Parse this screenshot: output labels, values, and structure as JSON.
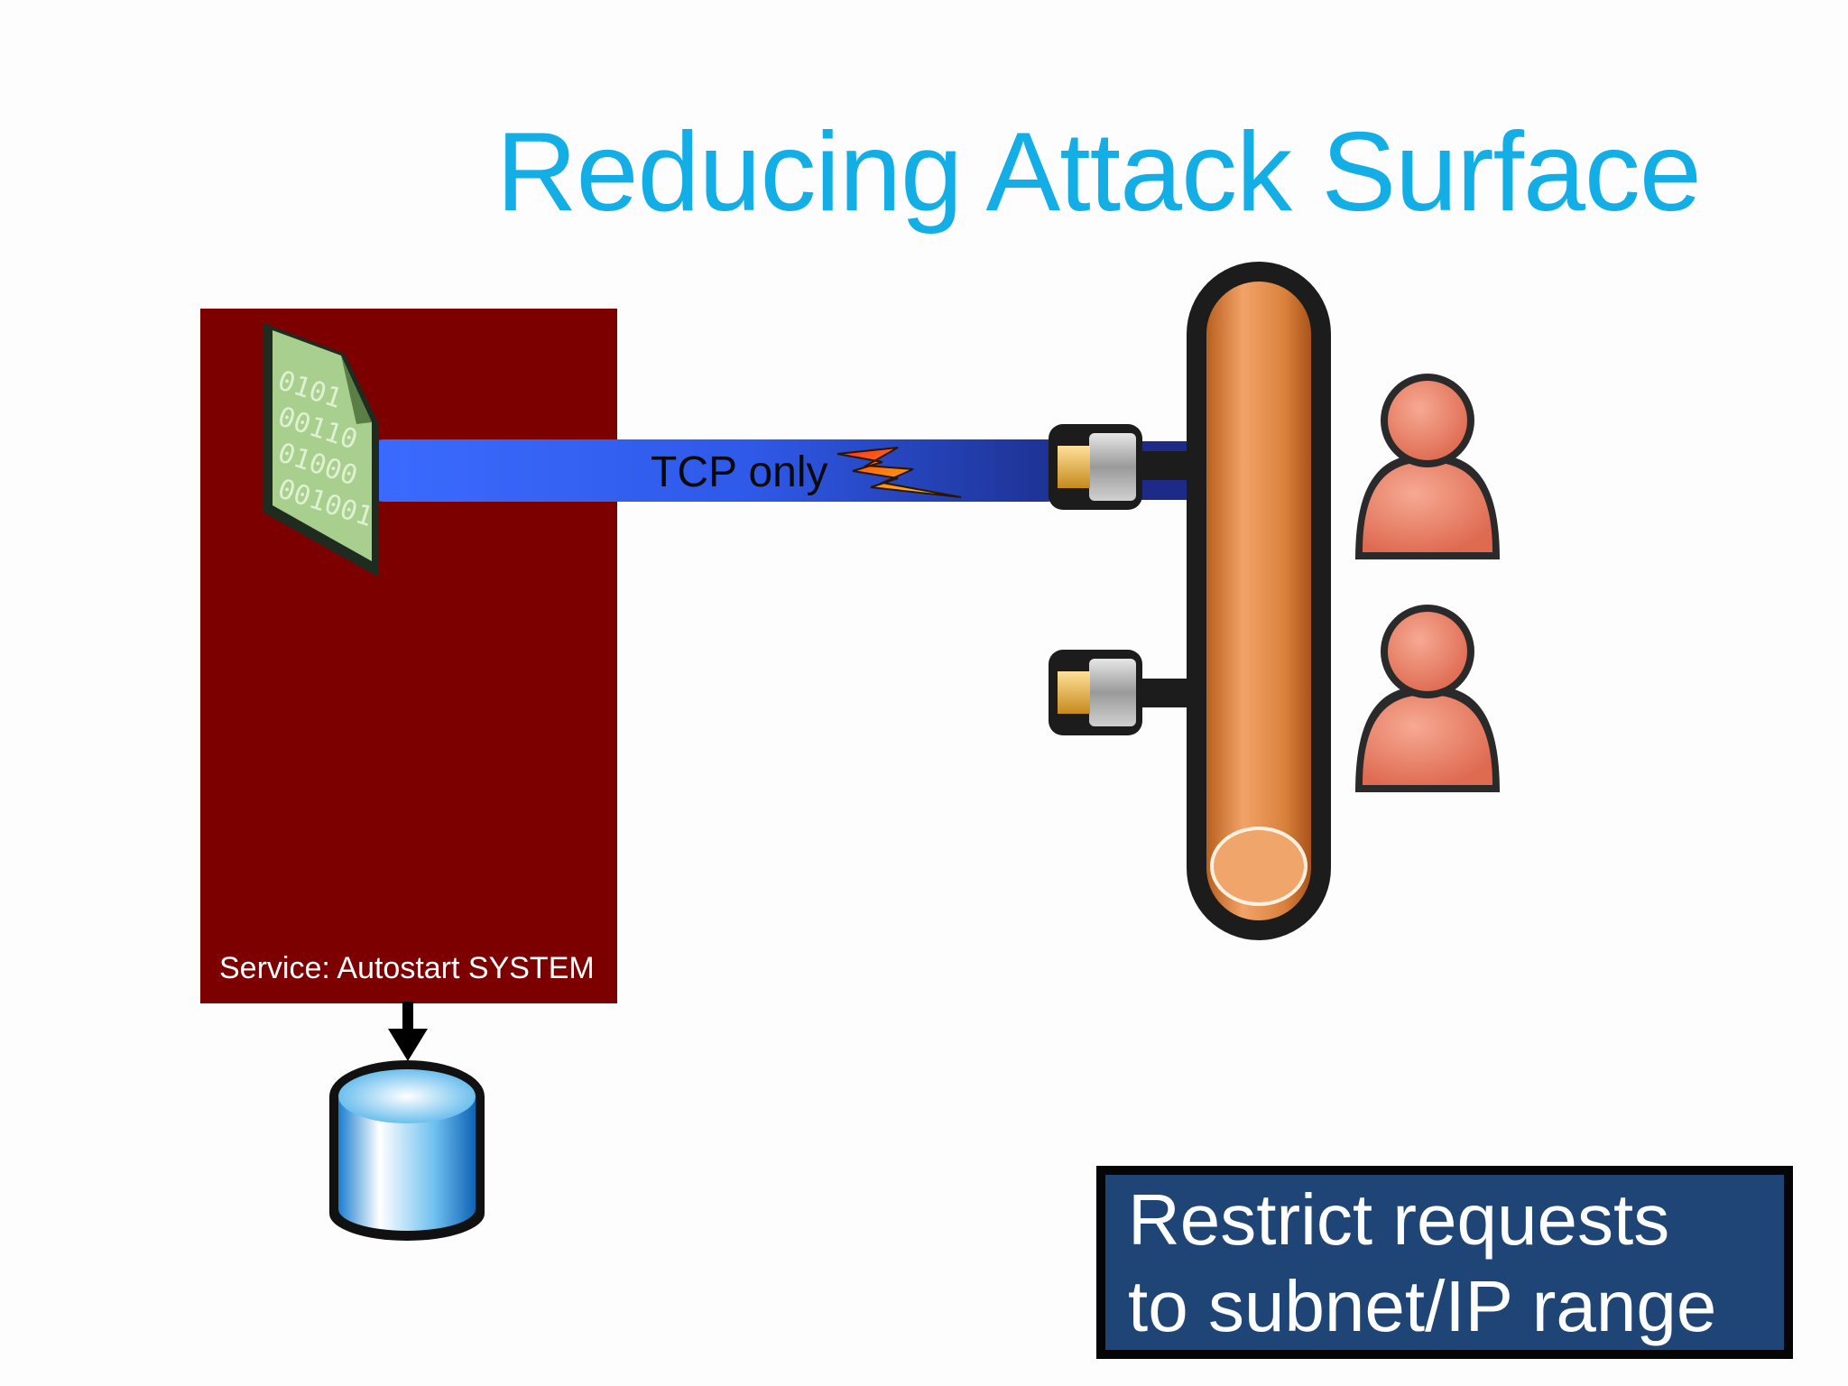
{
  "slide": {
    "title": "Reducing Attack Surface"
  },
  "server_box": {
    "label": "Service: Autostart SYSTEM",
    "color": "#7d0000"
  },
  "connection": {
    "label": "TCP only"
  },
  "callout": {
    "line1": "Restrict requests",
    "line2": "to subnet/IP range"
  },
  "icons": {
    "binary_file": "binary-file-icon",
    "lightning": "lightning-bolt-icon",
    "database": "database-icon",
    "network_bus": "network-bus-icon",
    "users": [
      "user-icon",
      "user-icon"
    ]
  }
}
